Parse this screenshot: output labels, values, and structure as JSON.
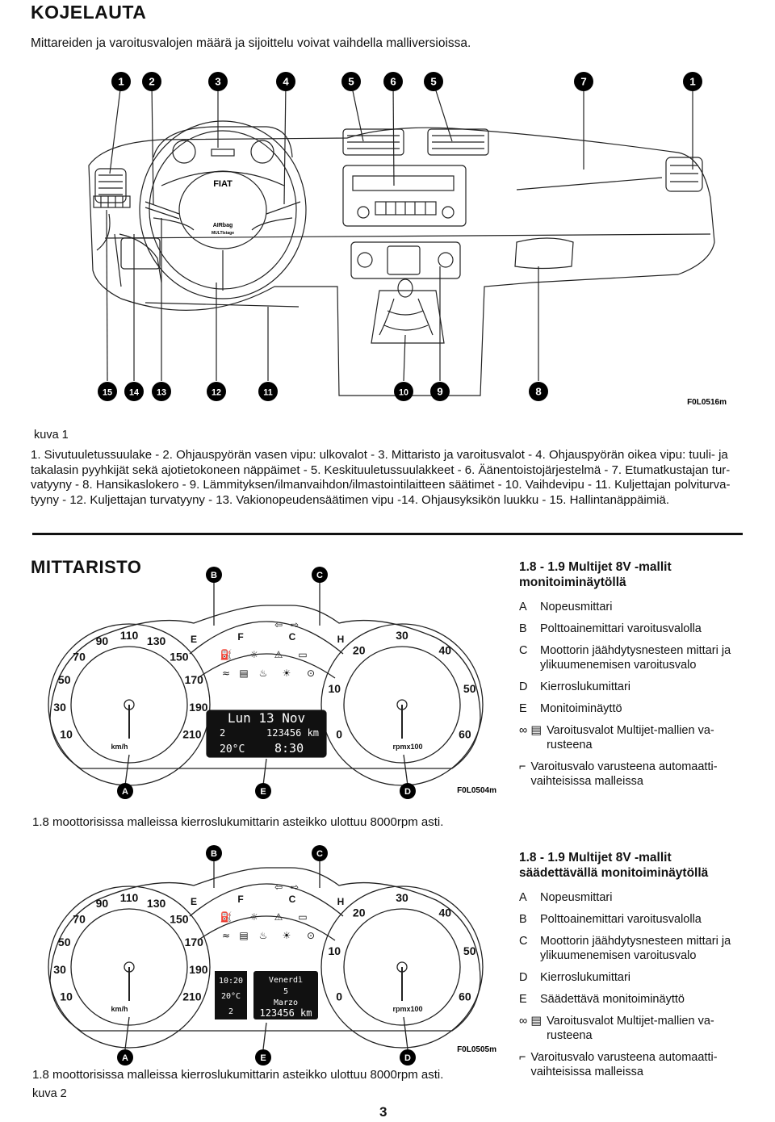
{
  "header": {
    "title": "KOJELAUTA",
    "subtitle": "Mittareiden ja varoitusvalojen määrä ja sijoittelu voivat vaihdella malliversioissa."
  },
  "dashboard_figure": {
    "top_callouts": [
      "1",
      "2",
      "3",
      "4",
      "5",
      "6",
      "5",
      "7",
      "1"
    ],
    "bottom_callouts": [
      "15",
      "14",
      "13",
      "12",
      "11",
      "10",
      "9",
      "8"
    ],
    "code": "F0L0516m",
    "wheel_logo": "FIAT",
    "airbag_label": "AIRbag",
    "airbag_sub": "MULTIstage"
  },
  "caption1": "kuva 1",
  "legend_lines": [
    "1. Sivutuuletussuulake - 2. Ohjauspyörän vasen vipu: ulkovalot - 3. Mittaristo ja varoitusvalot - 4. Ohjauspyörän oikea vipu: tuuli- ja",
    "takalasin pyyhkijät sekä ajotietokoneen näppäimet - 5. Keskituuletussuulakkeet - 6. Äänentoistojärjestelmä - 7. Etumatkustajan tur-",
    "vatyyny - 8. Hansikaslokero - 9. Lämmityksen/ilmanvaihdon/ilmastointilaitteen säätimet - 10. Vaihdevipu - 11. Kuljettajan polviturva-",
    "tyyny - 12. Kuljettajan turvatyyny - 13. Vakionopeudensäätimen vipu -14. Ohjausyksikön luukku - 15. Hallintanäppäimiä."
  ],
  "section_title": "MITTARISTO",
  "cluster1": {
    "callout_b": "B",
    "callout_c": "C",
    "callout_a": "A",
    "callout_e": "E",
    "callout_d": "D",
    "speed_ticks": [
      "10",
      "30",
      "50",
      "70",
      "90",
      "110",
      "130",
      "150",
      "170",
      "190",
      "210"
    ],
    "speed_unit": "km/h",
    "rpm_ticks": [
      "0",
      "10",
      "20",
      "30",
      "40",
      "50",
      "60"
    ],
    "rpm_unit": "rpmx100",
    "fuel_e": "E",
    "fuel_f": "F",
    "temp_c": "C",
    "temp_h": "H",
    "display_line1": "Lun 13 Nov",
    "display_line2_left": "2",
    "display_odometer": "123456 km",
    "display_temp": "20°C",
    "display_time": "8:30",
    "code": "F0L0504m"
  },
  "note1": "1.8 moottorisissa malleissa kierroslukumittarin asteikko ulottuu 8000rpm asti.",
  "side1": {
    "title_line1": "1.8 - 1.9 Multijet 8V -mallit",
    "title_line2": "monitoiminäytöllä",
    "items": [
      {
        "key": "A",
        "text": "Nopeusmittari"
      },
      {
        "key": "B",
        "text": "Polttoainemittari varoitusvalolla"
      },
      {
        "key": "C",
        "text": "Moottorin jäähdytysnesteen mittari ja ylikuumenemisen varoitusvalo"
      },
      {
        "key": "D",
        "text": "Kierroslukumittari"
      },
      {
        "key": "E",
        "text": "Monitoiminäyttö"
      }
    ],
    "multijet_note": "Varoitusvalot Multijet-mallien va- rusteena",
    "auto_note": "Varoitusvalo varusteena automaatti- vaihteisissa malleissa"
  },
  "cluster2": {
    "callout_b": "B",
    "callout_c": "C",
    "callout_a": "A",
    "callout_e": "E",
    "callout_d": "D",
    "display_time": "10:20",
    "display_temp": "20°C",
    "display_gear": "2",
    "display_day": "Venerdì",
    "display_date_num": "5",
    "display_month": "Marzo",
    "display_odometer": "123456 km",
    "code": "F0L0505m"
  },
  "note2": "1.8 moottorisissa malleissa kierroslukumittarin asteikko ulottuu 8000rpm asti.",
  "caption2": "kuva 2",
  "side2": {
    "title_line1": "1.8 - 1.9 Multijet 8V -mallit",
    "title_line2": "säädettävällä monitoiminäytöllä",
    "items": [
      {
        "key": "A",
        "text": "Nopeusmittari"
      },
      {
        "key": "B",
        "text": "Polttoainemittari varoitusvalolla"
      },
      {
        "key": "C",
        "text": "Moottorin jäähdytysnesteen mittari ja ylikuumenemisen varoitusvalo"
      },
      {
        "key": "D",
        "text": "Kierroslukumittari"
      },
      {
        "key": "E",
        "text": "Säädettävä monitoiminäyttö"
      }
    ],
    "multijet_note": "Varoitusvalot Multijet-mallien va- rusteena",
    "auto_note": "Varoitusvalo varusteena automaatti- vaihteisissa malleissa"
  },
  "page_number": "3"
}
